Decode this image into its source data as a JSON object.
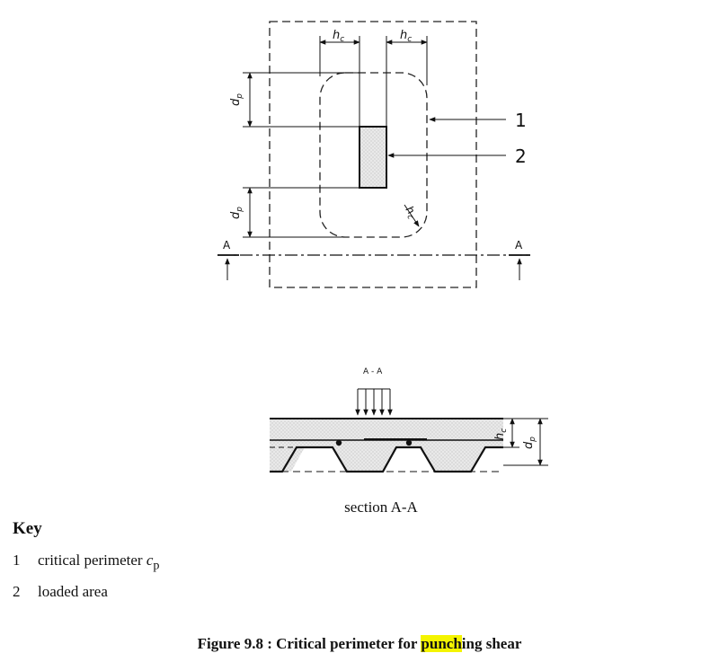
{
  "plan": {
    "dim_top_left": {
      "main": "h",
      "sub": "c"
    },
    "dim_top_right": {
      "main": "h",
      "sub": "c"
    },
    "dim_left_top": {
      "main": "d",
      "sub": "p"
    },
    "dim_left_bottom": {
      "main": "d",
      "sub": "p"
    },
    "dim_corner": {
      "main": "h",
      "sub": "c"
    },
    "callout_1": "1",
    "callout_2": "2",
    "section_mark_left": "A",
    "section_mark_right": "A"
  },
  "section": {
    "load_label": "A - A",
    "dim_hc": {
      "main": "h",
      "sub": "c"
    },
    "dim_dp": {
      "main": "d",
      "sub": "p"
    },
    "caption": "section A-A"
  },
  "key": {
    "title": "Key",
    "items": [
      {
        "num": "1",
        "text": "critical perimeter ",
        "sym": "c",
        "sub": "p"
      },
      {
        "num": "2",
        "text": "loaded area"
      }
    ]
  },
  "figure_caption": {
    "prefix": "Figure 9.8 : Critical perimeter for ",
    "highlight": "punch",
    "suffix": "ing shear"
  }
}
